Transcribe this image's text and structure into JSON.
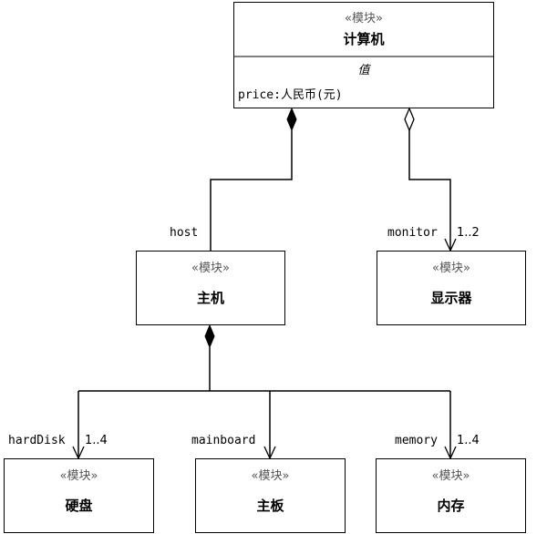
{
  "blocks": {
    "computer": {
      "stereotype": "«模块»",
      "name": "计算机",
      "compartment_title": "值",
      "attribute": "price:人民币(元)"
    },
    "host": {
      "stereotype": "«模块»",
      "name": "主机"
    },
    "monitor": {
      "stereotype": "«模块»",
      "name": "显示器"
    },
    "harddisk": {
      "stereotype": "«模块»",
      "name": "硬盘"
    },
    "mainboard": {
      "stereotype": "«模块»",
      "name": "主板"
    },
    "memory": {
      "stereotype": "«模块»",
      "name": "内存"
    }
  },
  "associations": {
    "host": {
      "role": "host",
      "multiplicity": "",
      "kind": "composition"
    },
    "monitor": {
      "role": "monitor",
      "multiplicity": "1..2",
      "kind": "aggregation"
    },
    "harddisk": {
      "role": "hardDisk",
      "multiplicity": "1..4",
      "kind": "composition"
    },
    "mainboard": {
      "role": "mainboard",
      "multiplicity": "",
      "kind": "composition"
    },
    "memory": {
      "role": "memory",
      "multiplicity": "1..4",
      "kind": "composition"
    }
  }
}
